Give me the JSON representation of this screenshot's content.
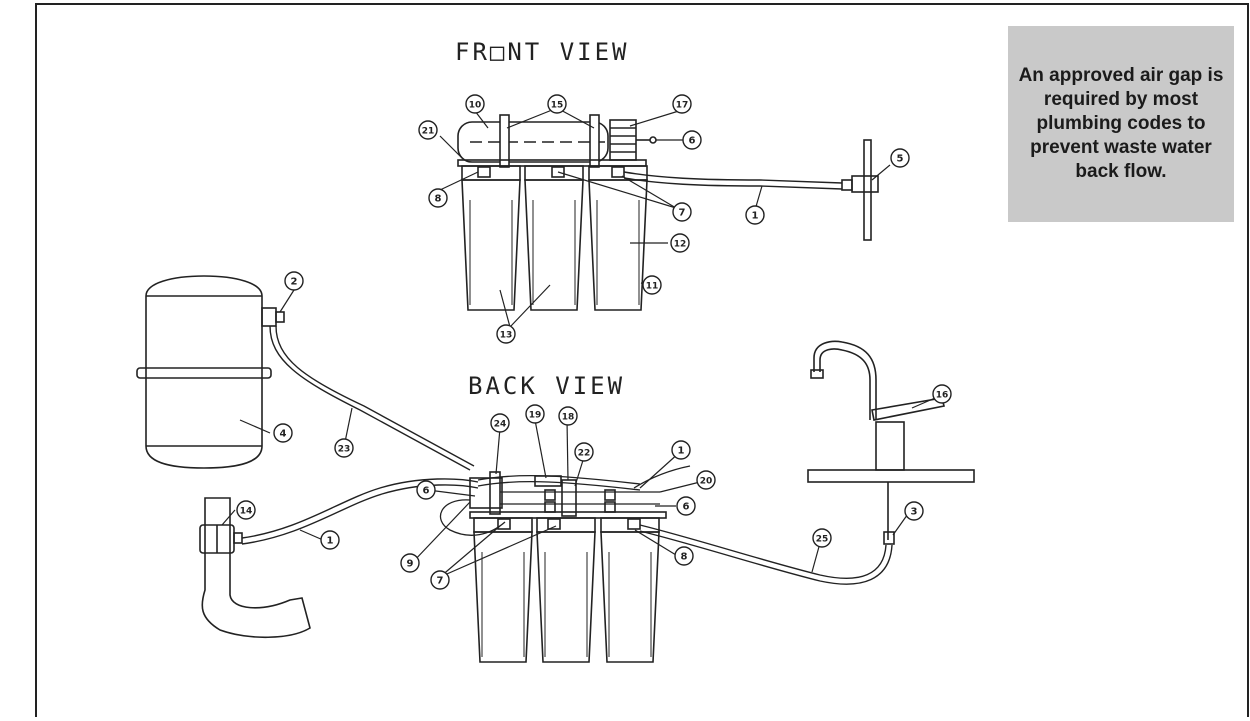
{
  "note": {
    "text": "An approved air gap is required by most plumbing codes to prevent waste water back flow."
  },
  "views": {
    "front": "FR□NT VIEW",
    "back": "BACK VIEW"
  },
  "callouts": {
    "front": [
      "10",
      "15",
      "17",
      "21",
      "6",
      "5",
      "8",
      "7",
      "1",
      "12",
      "11",
      "13"
    ],
    "back": [
      "2",
      "4",
      "23",
      "24",
      "19",
      "18",
      "22",
      "1",
      "20",
      "16",
      "6",
      "6",
      "9",
      "7",
      "8",
      "14",
      "1",
      "25",
      "3"
    ]
  }
}
